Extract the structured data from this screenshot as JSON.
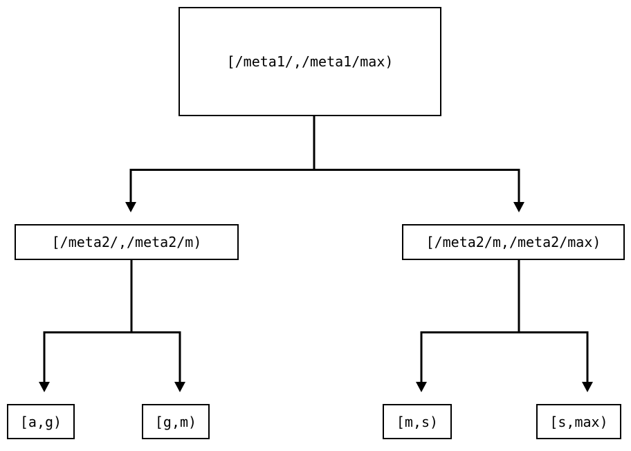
{
  "diagram": {
    "type": "tree",
    "title": "",
    "background_color": "#ffffff",
    "line_color": "#000000",
    "box_border_color": "#000000",
    "box_fill_color": "#ffffff",
    "text_color": "#000000",
    "nodes": {
      "root": {
        "label": "[/meta1/,/meta1/max)",
        "level": 0
      },
      "mid": [
        {
          "label": "[/meta2/,/meta2/m)",
          "level": 1
        },
        {
          "label": "[/meta2/m,/meta2/max)",
          "level": 1
        }
      ],
      "leaves": [
        {
          "label": "[a,g)",
          "level": 2
        },
        {
          "label": "[g,m)",
          "level": 2
        },
        {
          "label": "[m,s)",
          "level": 2
        },
        {
          "label": "[s,max)",
          "level": 2
        }
      ]
    },
    "edges": [
      {
        "from": "root",
        "to": "mid-left",
        "arrow": "down-triangle"
      },
      {
        "from": "root",
        "to": "mid-right",
        "arrow": "down-triangle"
      },
      {
        "from": "mid-left",
        "to": "leaf-0",
        "arrow": "down-triangle"
      },
      {
        "from": "mid-left",
        "to": "leaf-1",
        "arrow": "down-triangle"
      },
      {
        "from": "mid-right",
        "to": "leaf-2",
        "arrow": "down-triangle"
      },
      {
        "from": "mid-right",
        "to": "leaf-3",
        "arrow": "down-triangle"
      }
    ]
  }
}
